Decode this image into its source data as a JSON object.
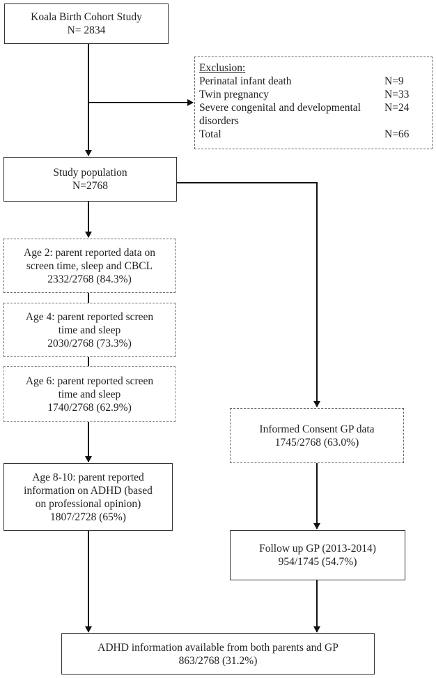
{
  "cohort": {
    "title": "Koala Birth Cohort Study",
    "n": "N= 2834"
  },
  "exclusion": {
    "title": "Exclusion:",
    "rows": [
      {
        "label": "Perinatal infant death",
        "value": "N=9"
      },
      {
        "label": "Twin pregnancy",
        "value": "N=33"
      },
      {
        "label": "Severe congenital and developmental disorders",
        "value": "N=24"
      },
      {
        "label": "Total",
        "value": "N=66"
      }
    ]
  },
  "study_population": {
    "title": "Study population",
    "n": "N=2768"
  },
  "age2": {
    "line1": "Age 2: parent reported data on",
    "line2": "screen time, sleep and CBCL",
    "count": "2332/2768 (84.3%)"
  },
  "age4": {
    "line1": "Age 4: parent reported screen",
    "line2": "time and sleep",
    "count": "2030/2768 (73.3%)"
  },
  "age6": {
    "line1": "Age 6: parent reported screen",
    "line2": "time and sleep",
    "count": "1740/2768 (62.9%)"
  },
  "consent": {
    "line1": "Informed Consent GP data",
    "count": "1745/2768 (63.0%)"
  },
  "age810": {
    "line1": "Age 8-10: parent reported",
    "line2": "information on ADHD (based",
    "line3": "on professional opinion)",
    "count": "1807/2728 (65%)"
  },
  "followup": {
    "line1": "Follow up GP (2013-2014)",
    "count": "954/1745 (54.7%)"
  },
  "final": {
    "line1": "ADHD information available from both parents and GP",
    "count": "863/2768 (31.2%)"
  }
}
